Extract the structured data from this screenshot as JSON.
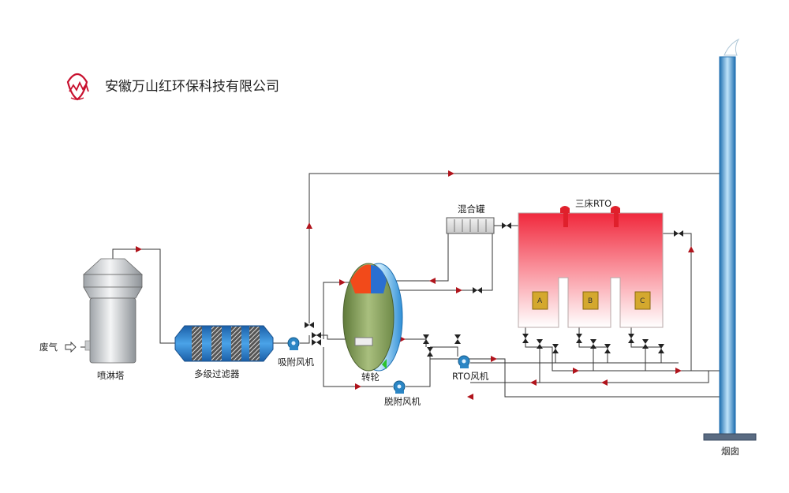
{
  "company": {
    "name": "安徽万山红环保科技有限公司"
  },
  "labels": {
    "waste_gas": "废气",
    "spray_tower": "喷淋塔",
    "filter": "多级过滤器",
    "adsorption_fan": "吸附风机",
    "rotor": "转轮",
    "desorption_fan": "脱附风机",
    "mixing_tank": "混合罐",
    "rto": "三床RTO",
    "rto_fan": "RTO风机",
    "chimney": "烟囱",
    "bed_a": "A",
    "bed_b": "B",
    "bed_c": "C"
  },
  "colors": {
    "logo": "#c8102e",
    "flow_arrow": "#b0141c",
    "rto_hot": "#f0283c",
    "bed": "#d4a82e",
    "chimney": "#3a9bdc",
    "fan": "#2b86c5"
  },
  "icons": {
    "waste_gas_arrow": "hollow-right-arrow",
    "logo": "mountain-flame-logo"
  }
}
